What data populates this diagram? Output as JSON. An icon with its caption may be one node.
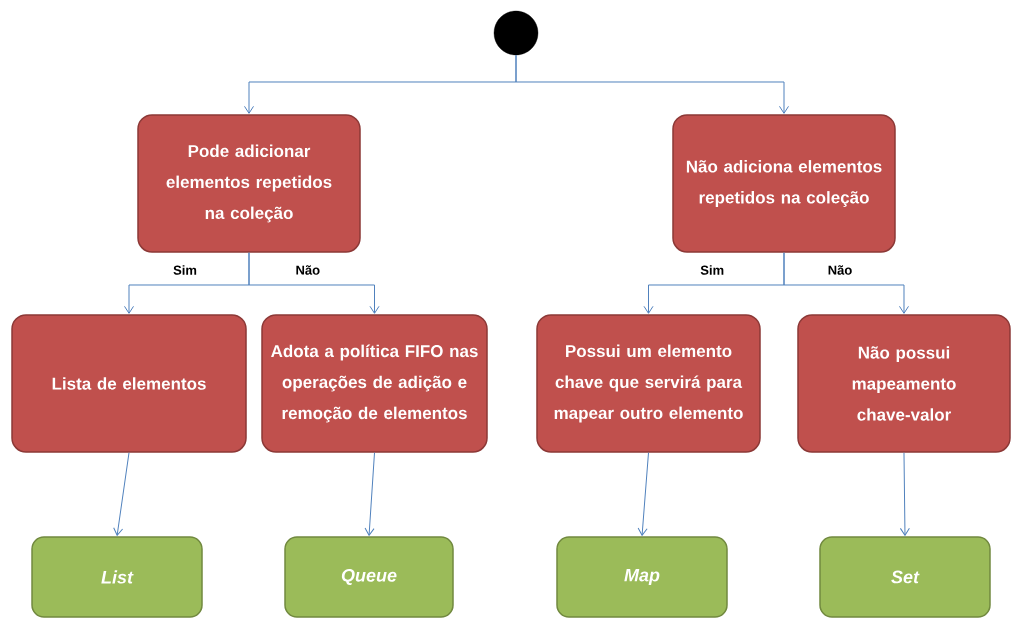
{
  "diagram": {
    "nodes": [
      {
        "text": [],
        "shape": "circle"
      },
      {
        "text": [
          "Pode adicionar elementos repetidos na coleção"
        ]
      },
      {
        "text": [
          "Não adiciona elementos repetidos na coleção"
        ]
      },
      {
        "text": [
          "Lista de elementos"
        ]
      },
      {
        "text": [
          "Adota a política FIFO nas operações de adição e remoção de elementos"
        ]
      },
      {
        "text": [
          "Possui um elemento chave que servirá para mapear outro elemento"
        ]
      },
      {
        "text": [
          "Não possui mapeamento chave-valor"
        ]
      },
      {
        "text": [
          "List"
        ]
      },
      {
        "text": [
          "Queue"
        ]
      },
      {
        "text": [
          "Map"
        ]
      },
      {
        "text": [
          "Set"
        ]
      }
    ],
    "edges": [
      {
        "from": 0,
        "to": 1,
        "arrow": "to"
      },
      {
        "from": 0,
        "to": 2,
        "arrow": "to"
      },
      {
        "from": 1,
        "to": 3,
        "arrow": "to",
        "label": "Sim"
      },
      {
        "from": 1,
        "to": 4,
        "arrow": "to",
        "label": "Não"
      },
      {
        "from": 2,
        "to": 5,
        "arrow": "to",
        "label": "Sim"
      },
      {
        "from": 2,
        "to": 6,
        "arrow": "to",
        "label": "Não"
      },
      {
        "from": 3,
        "to": 7,
        "arrow": "to"
      },
      {
        "from": 4,
        "to": 8,
        "arrow": "to"
      },
      {
        "from": 5,
        "to": 9,
        "arrow": "to"
      },
      {
        "from": 6,
        "to": 10,
        "arrow": "to"
      }
    ]
  }
}
